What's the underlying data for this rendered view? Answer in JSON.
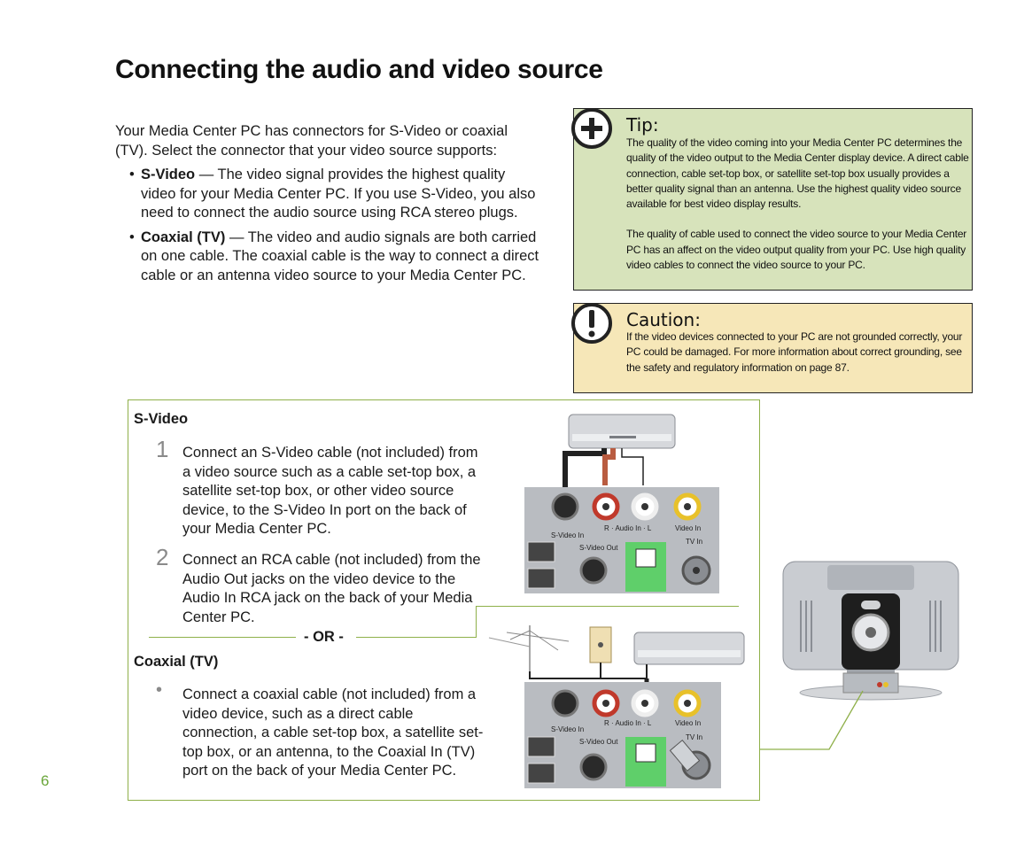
{
  "page_title": "Connecting the audio and video source",
  "intro": {
    "paragraph": "Your Media Center PC has connectors for S-Video or coaxial (TV). Select the connector that your video source supports:",
    "bullets": [
      {
        "term": "S-Video",
        "text": " — The video signal provides the highest quality video for your Media Center PC. If you use S-Video, you also need to connect the audio source using RCA stereo plugs."
      },
      {
        "term": "Coaxial (TV)",
        "text": " — The video and audio signals are both carried on one cable. The coaxial cable is the way to connect a direct cable or an antenna video source to your Media Center PC."
      }
    ]
  },
  "tip": {
    "title": "Tip:",
    "paragraph1": "The quality of the video coming into your Media Center PC determines the quality of the video output to the Media Center display device. A direct cable connection, cable set-top box, or satellite set-top box usually provides a better quality signal than an antenna. Use the highest quality video source available for best video display results.",
    "paragraph2": "The quality of cable used to connect the video source to your Media Center PC has an affect on the video output quality from your PC. Use high quality video cables to connect the video source to your PC."
  },
  "caution": {
    "title": "Caution:",
    "text": "If the video devices connected to your PC are not grounded correctly, your PC could be damaged. For more information about correct grounding, see the safety and regulatory information on page 87."
  },
  "svideo_section": {
    "heading": "S-Video",
    "steps": [
      {
        "number": "1",
        "text": "Connect an S-Video cable (not included) from a video source such as a cable set-top box, a satellite set-top box, or other video source device, to the S-Video In port on the back of your Media Center PC."
      },
      {
        "number": "2",
        "text": "Connect an RCA cable (not included) from the Audio Out jacks on the video device to the Audio In RCA jack on the back of your Media Center PC."
      }
    ]
  },
  "or_divider": "- OR -",
  "coax_section": {
    "heading": "Coaxial (TV)",
    "bullet": "•",
    "text": "Connect a coaxial cable (not included) from a video device, such as a direct cable connection, a cable set-top box, a satellite set-top box, or an antenna, to the Coaxial In (TV) port on the back of your Media Center PC."
  },
  "port_labels": {
    "svideo_in": "S-Video In",
    "audio_in": "R · Audio In · L",
    "video_in": "Video In",
    "svideo_out": "S-Video Out",
    "tv_in": "TV In"
  },
  "page_number": "6",
  "colors": {
    "accent_green": "#8fb04a",
    "tip_bg": "#d7e3bb",
    "caution_bg": "#f6e7b8",
    "page_number": "#6aa63a"
  }
}
